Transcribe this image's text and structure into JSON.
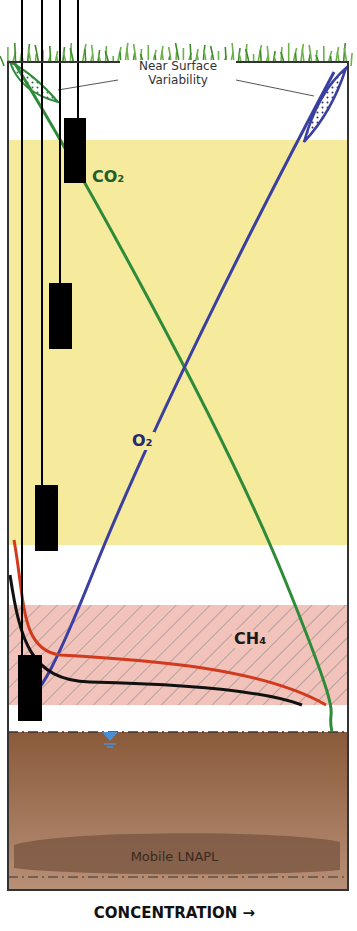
{
  "diagram": {
    "labels": [
      "Near Surface Variability",
      "CO₂",
      "O₂",
      "CH₄",
      "Mobile LNAPL",
      "CONCENTRATION →"
    ]
  }
}
